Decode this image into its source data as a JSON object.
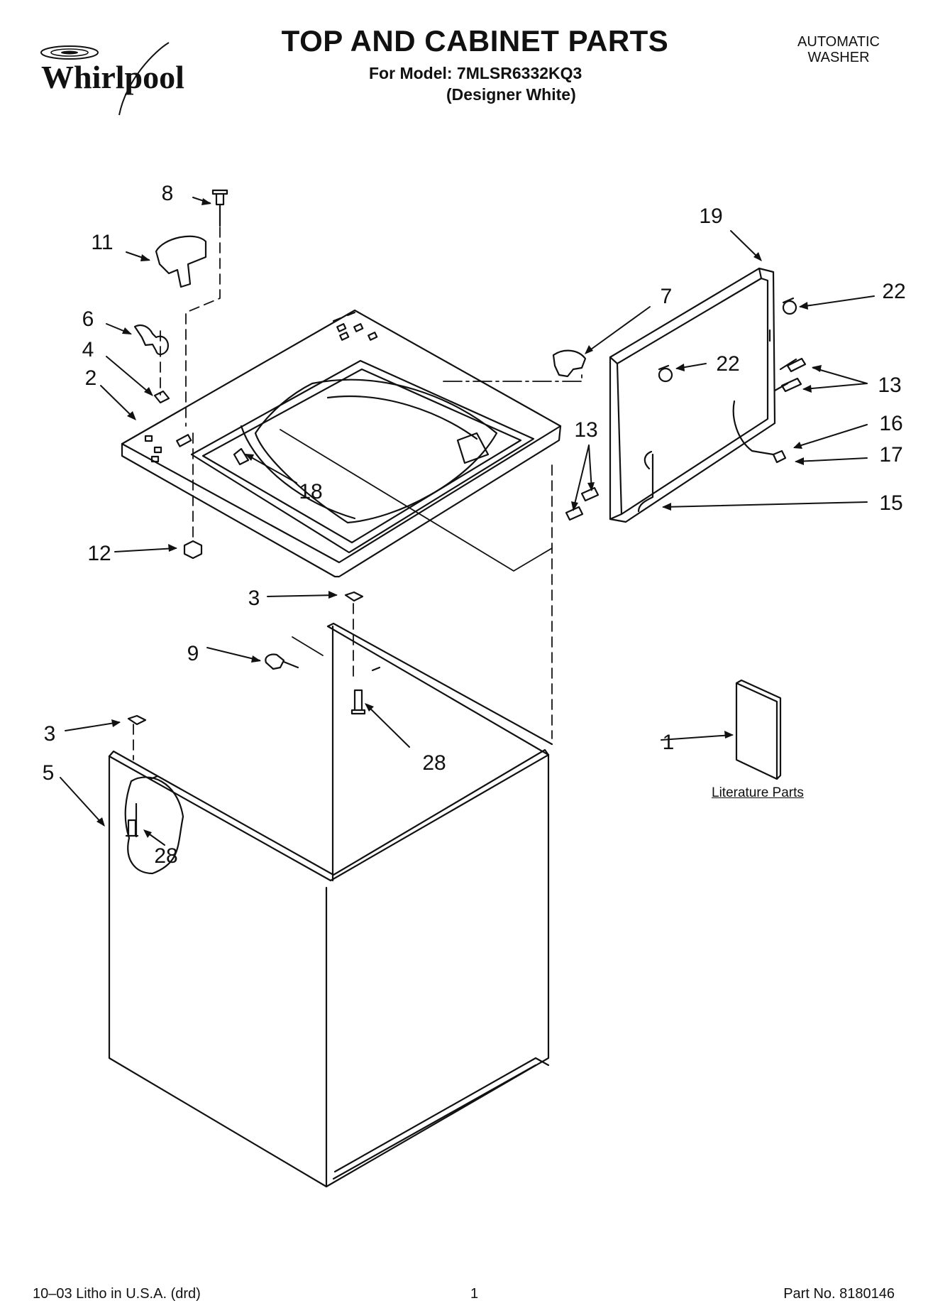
{
  "brand": "Whirlpool",
  "header": {
    "title": "TOP AND CABINET PARTS",
    "model_line": "For Model: 7MLSR6332KQ3",
    "finish": "(Designer White)",
    "product_type": [
      "AUTOMATIC",
      "WASHER"
    ]
  },
  "literature_label": "Literature Parts",
  "callouts": [
    "8",
    "11",
    "6",
    "4",
    "2",
    "12",
    "18",
    "7",
    "19",
    "22",
    "22",
    "13",
    "13",
    "16",
    "17",
    "15",
    "3",
    "9",
    "28",
    "3",
    "5",
    "28",
    "1"
  ],
  "footer": {
    "left": "10–03 Litho in U.S.A. (drd)",
    "page": "1",
    "part_no": "Part No. 8180146"
  }
}
